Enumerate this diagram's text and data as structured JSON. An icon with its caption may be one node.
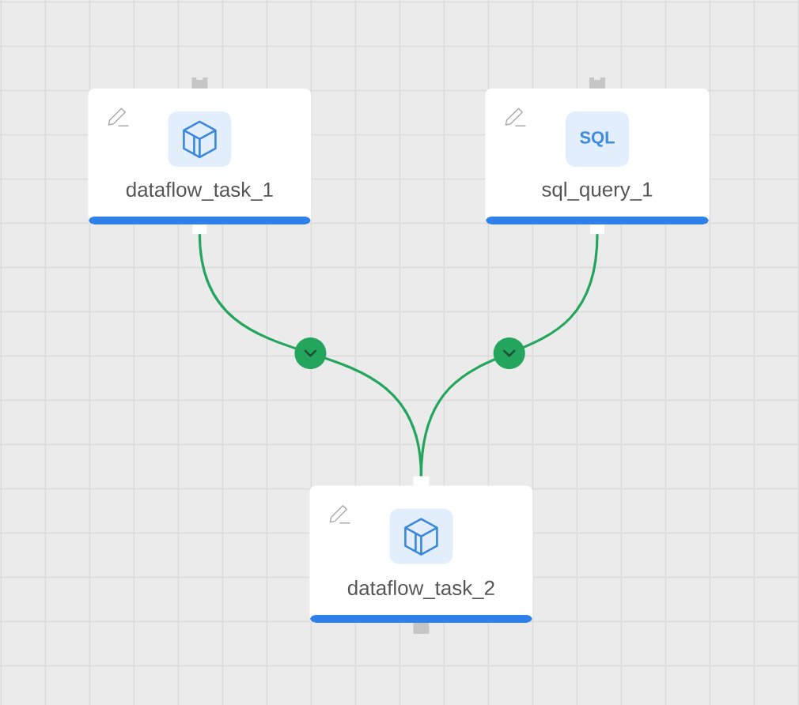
{
  "diagram": {
    "nodes": [
      {
        "text": [
          "dataflow_task_1"
        ]
      },
      {
        "text": [
          "SQL",
          "sql_query_1"
        ]
      },
      {
        "text": [
          "dataflow_task_2"
        ]
      }
    ],
    "edges": [
      {
        "from": 0,
        "to": 2,
        "arrow": "to"
      },
      {
        "from": 1,
        "to": 2,
        "arrow": "to"
      }
    ]
  }
}
